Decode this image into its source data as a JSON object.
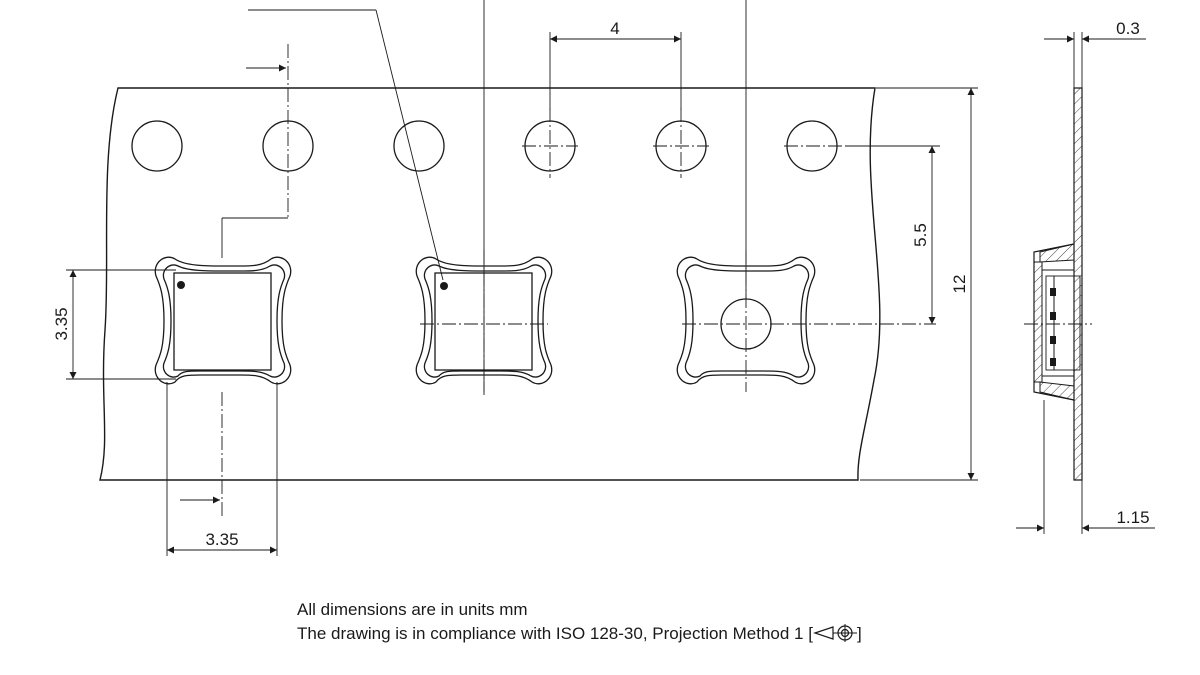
{
  "dimensions": {
    "pitch": "4",
    "cover_tape": "0.3",
    "hole_to_pocket": "5.5",
    "tape_width": "12",
    "pocket_height": "3.35",
    "pocket_width": "3.35",
    "tape_thickness": "1.15"
  },
  "notes": {
    "units": "All dimensions are in units mm",
    "compliance": "The drawing is in compliance with ISO 128-30, Projection Method 1 [",
    "compliance_end": "]"
  },
  "icons": {
    "projection_symbol": "first-angle-projection-icon"
  }
}
